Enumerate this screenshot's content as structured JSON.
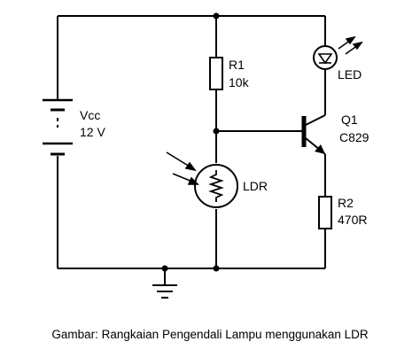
{
  "components": {
    "battery": {
      "name": "Vcc",
      "value": "12 V"
    },
    "r1": {
      "name": "R1",
      "value": "10k"
    },
    "ldr": {
      "name": "LDR"
    },
    "led": {
      "name": "LED"
    },
    "q1": {
      "name": "Q1",
      "value": "C829"
    },
    "r2": {
      "name": "R2",
      "value": "470R"
    }
  },
  "caption": "Gambar: Rangkaian Pengendali Lampu menggunakan LDR"
}
